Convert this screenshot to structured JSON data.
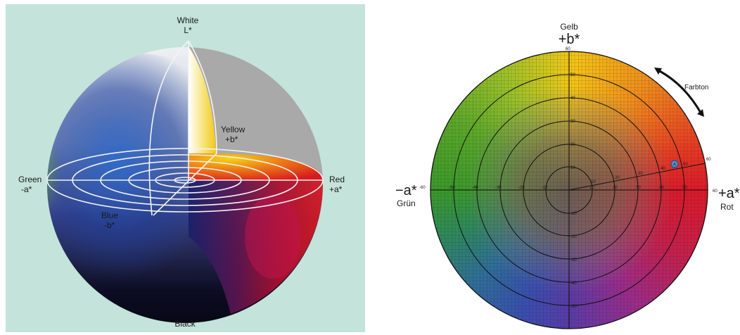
{
  "left_figure": {
    "white": "White",
    "l_axis": "L*",
    "yellow": "Yellow",
    "plus_b": "+b*",
    "red": "Red",
    "plus_a": "+a*",
    "green": "Green",
    "minus_a": "-a*",
    "blue": "Blue",
    "minus_b": "-b*",
    "black": "Black"
  },
  "right_figure": {
    "gelb": "Gelb",
    "plus_b": "+b*",
    "minus_a": "−a*",
    "gruen": "Grün",
    "plus_a": "+a*",
    "rot": "Rot",
    "farbton": "Farbton",
    "marker_label": "A",
    "axis_max": "60",
    "tick_labels": [
      "10",
      "20",
      "30",
      "40",
      "50",
      "60"
    ],
    "negative_tick_labels": [
      "-10",
      "-20",
      "-30",
      "-40",
      "-50",
      "-60"
    ],
    "radial_line_labels": [
      "10",
      "20",
      "30",
      "40",
      "50",
      "60"
    ]
  },
  "colors": {
    "left_background": "#c4e3da",
    "red": "#e31b23",
    "yellow": "#f7d117",
    "green": "#3f9b2c",
    "blue": "#2a52be",
    "marker": "#4a90d9"
  }
}
